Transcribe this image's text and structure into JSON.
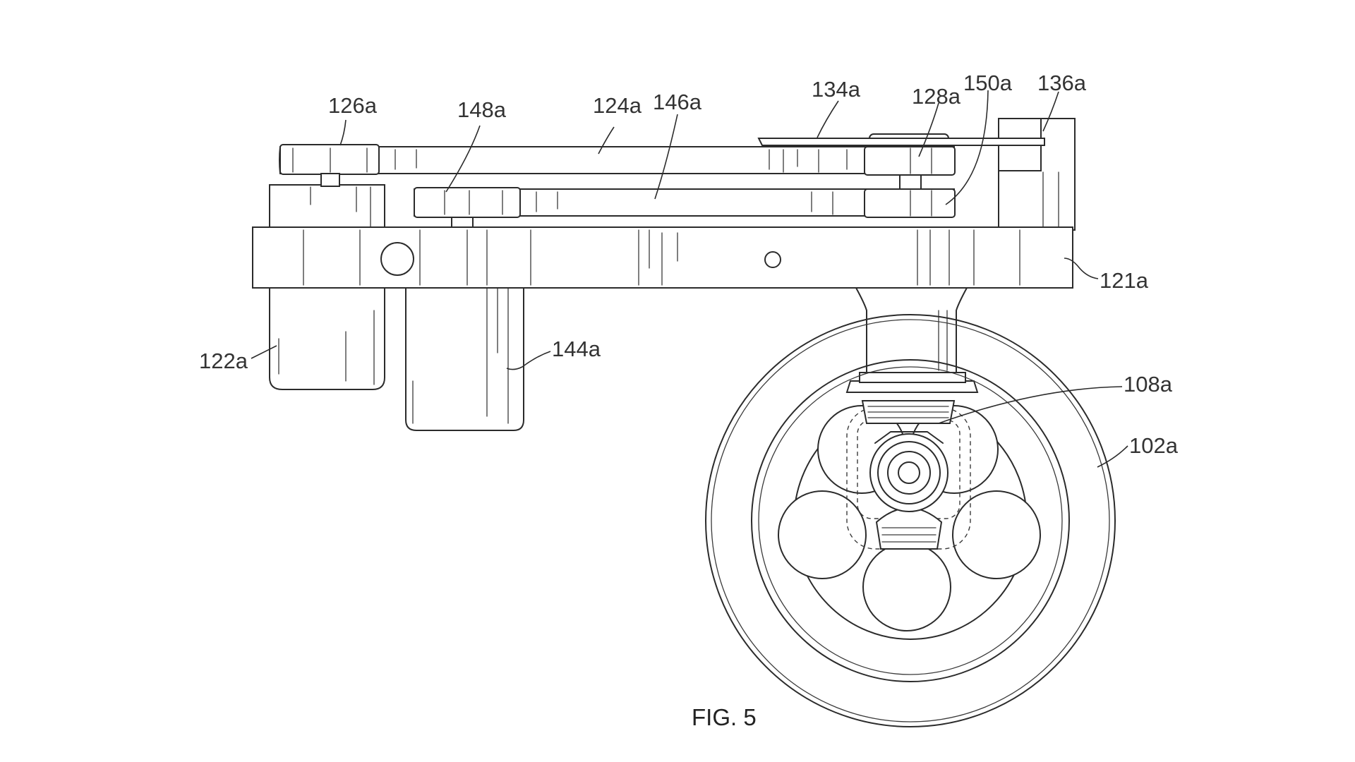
{
  "figure": {
    "caption": "FIG. 5",
    "labels": {
      "l126a": "126a",
      "l148a": "148a",
      "l124a": "124a",
      "l146a": "146a",
      "l134a": "134a",
      "l128a": "128a",
      "l150a": "150a",
      "l136a": "136a",
      "l121a": "121a",
      "l122a": "122a",
      "l144a": "144a",
      "l108a": "108a",
      "l102a": "102a"
    }
  }
}
